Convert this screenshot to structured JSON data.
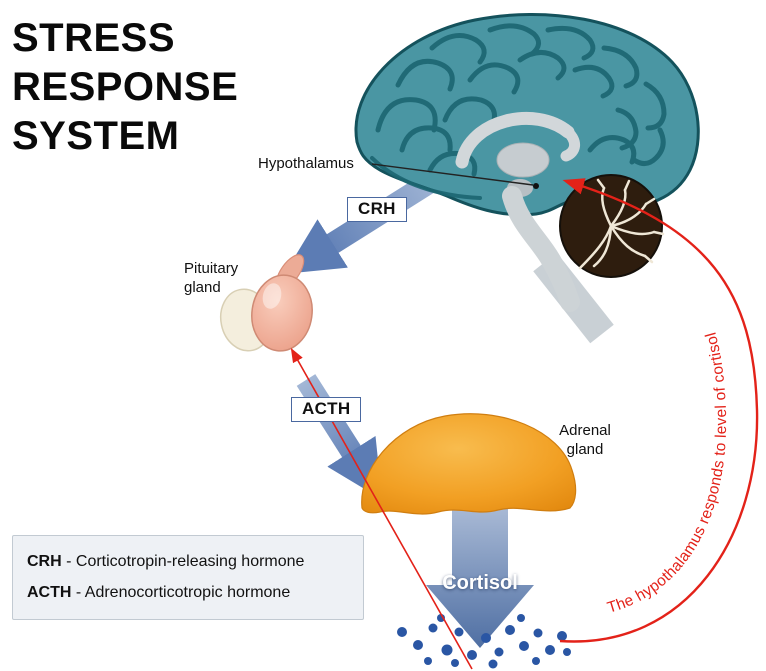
{
  "title": {
    "lines": [
      "STRESS",
      "RESPONSE",
      "SYSTEM"
    ]
  },
  "labels": {
    "hypothalamus": "Hypothalamus",
    "pituitary_gland": "Pituitary\ngland",
    "adrenal_gland": "Adrenal\ngland",
    "crh": "CRH",
    "acth": "ACTH",
    "cortisol": "Cortisol",
    "feedback_note": "The hypothalamus responds to level of cortisol"
  },
  "legend": {
    "items": [
      {
        "abbr": "CRH",
        "rest": " - Corticotropin-releasing hormone"
      },
      {
        "abbr": "ACTH",
        "rest": " - Adrenocorticotropic hormone"
      }
    ]
  },
  "colors": {
    "feedback_red": "#e32219",
    "arrow_blue": "#7290c1",
    "cortisol_dot_blue": "#2a56a4",
    "adrenal_orange": "#f2a024",
    "brain_teal": "#4a96a3",
    "cerebellum_brown": "#2e1d0e"
  }
}
